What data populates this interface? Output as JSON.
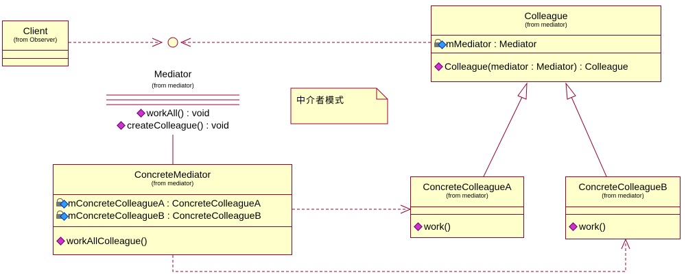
{
  "client": {
    "name": "Client",
    "from": "(from Observer)"
  },
  "mediator": {
    "name": "Mediator",
    "from": "(from mediator)",
    "operations": [
      "workAll() : void",
      "createColleague() : void"
    ]
  },
  "colleague": {
    "name": "Colleague",
    "from": "(from mediator)",
    "attributes": [
      "mMediator : Mediator"
    ],
    "operations": [
      "Colleague(mediator : Mediator) : Colleague"
    ]
  },
  "concrete_mediator": {
    "name": "ConcreteMediator",
    "from": "(from mediator)",
    "attributes": [
      "mConcreteColleagueA : ConcreteColleagueA",
      "mConcreteColleagueB : ConcreteColleagueB"
    ],
    "operations": [
      "workAllColleague()"
    ]
  },
  "concrete_colleague_a": {
    "name": "ConcreteColleagueA",
    "from": "(from mediator)",
    "operations": [
      "work()"
    ]
  },
  "concrete_colleague_b": {
    "name": "ConcreteColleagueB",
    "from": "(from mediator)",
    "operations": [
      "work()"
    ]
  },
  "note": {
    "text": "中介者模式"
  },
  "colors": {
    "class_fill": "#ffffcc",
    "class_border": "#990033",
    "line": "#990033"
  }
}
